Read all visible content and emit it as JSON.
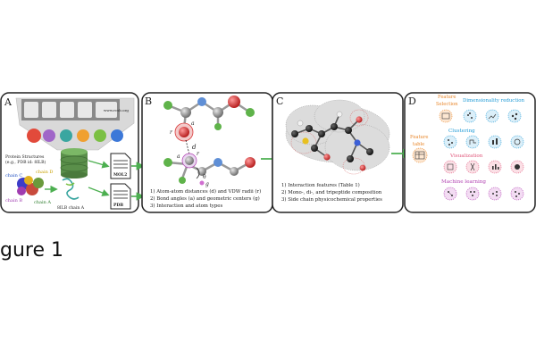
{
  "panel_a": {
    "letter": "A",
    "website": "www.rcsb.org",
    "structures_label_1": "Protein Structures",
    "structures_label_2": "(e.g., PDB id: 8ILB)",
    "chain_c": "chain C",
    "chain_d": "chain D",
    "chain_b": "chain B",
    "chain_a": "chain A",
    "chain_a_caption": "8ILB chain A",
    "mol2": "MOL2",
    "pdb": "PDB"
  },
  "panel_b": {
    "letter": "B",
    "r_i": "r",
    "r_j": "r",
    "a_i": "a",
    "a_j": "a",
    "d": "d",
    "theta": "θ",
    "g": "g",
    "line1": "1) Atom-atom distances (d) and VDW radii (r)",
    "line2": "2) Bond angles (a) and geometric centers (g)",
    "line3": "3) Interaction and atom types"
  },
  "panel_c": {
    "letter": "C",
    "line1": "1) Interaction features (Table 1)",
    "line2": "2) Mono-, di-, and tripeptide composition",
    "line3": "3) Side chain physicochemical properties"
  },
  "panel_d": {
    "letter": "D",
    "feature_selection_1": "Feature",
    "feature_selection_2": "Selection",
    "dimensionality_reduction": "Dimensionality reduction",
    "feature_table_1": "Feature",
    "feature_table_2": "table",
    "clustering": "Clustering",
    "visualization": "Visualization",
    "machine_learning": "Machine learning"
  },
  "caption": "gure 1",
  "colors": {
    "green_arrow": "#4caf50",
    "orange": "#e8862a",
    "blue": "#1f9ad6",
    "purple": "#b03fb0",
    "pink": "#e0567a",
    "grey_atom": "#8c8c8c",
    "red_atom": "#d93a3a",
    "green_atom": "#5fb34a",
    "cylinder": "#5a8f4a"
  }
}
